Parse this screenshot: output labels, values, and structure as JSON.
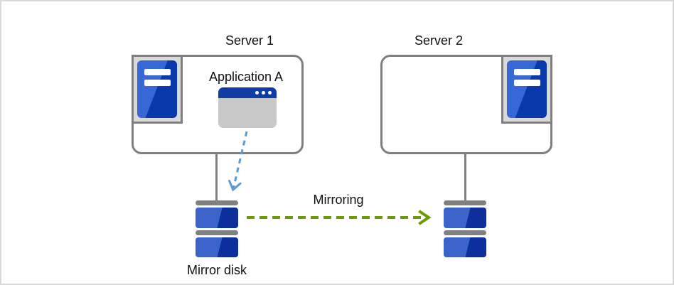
{
  "server1": {
    "label": "Server 1",
    "application_label": "Application A"
  },
  "server2": {
    "label": "Server 2"
  },
  "disks": {
    "mirror_disk_label": "Mirror disk"
  },
  "mirroring": {
    "label": "Mirroring"
  },
  "colors": {
    "box_border": "#7f7f7f",
    "icon_panel_bg": "#d9d9d9",
    "server_blue_light": "#3868d8",
    "server_blue_dark": "#0a39ac",
    "disk_blue_light": "#3b64cb",
    "disk_blue_dark": "#0d2f9d",
    "window_titlebar_blue": "#0e3da6",
    "window_body_gray": "#c8c8c8",
    "app_arrow_blue": "#5b9bd5",
    "mirroring_green": "#6b9b00",
    "connector_gray": "#7f7f7f"
  }
}
